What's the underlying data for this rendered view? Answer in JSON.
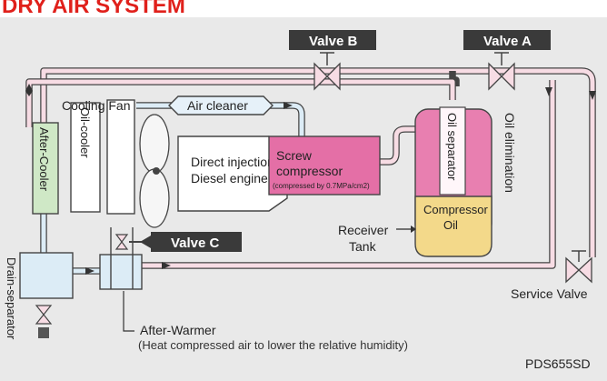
{
  "title": "DRY AIR SYSTEM",
  "labels": {
    "valve_a": "Valve A",
    "valve_b": "Valve B",
    "valve_c": "Valve C",
    "cooling_fan": "Cooling Fan",
    "air_cleaner": "Air cleaner",
    "engine_line1": "Direct injection",
    "engine_line2": "Diesel engine",
    "compressor_line1": "Screw",
    "compressor_line2": "compressor",
    "compressor_note": "(compressed by 0.7MPa/cm2)",
    "after_cooler": "After-Cooler",
    "oil_cooler": "Oil-cooler",
    "oil_separator": "Oil separator",
    "oil_elimination": "Oil elimination",
    "receiver_line1": "Receiver",
    "receiver_line2": "Tank",
    "compressor_oil_line1": "Compressor",
    "compressor_oil_line2": "Oil",
    "drain_separator": "Drain-separator",
    "after_warmer": "After-Warmer",
    "after_warmer_note": "(Heat compressed air to lower the relative humidity)",
    "service_valve": "Service Valve",
    "code": "PDS655SD"
  },
  "colors": {
    "title": "#e0201b",
    "panel": "#e9e9e9",
    "valve_tag": "#3a3a3a",
    "compressor": "#e46fa6",
    "receiver_tank": "#e87fb0",
    "compressor_oil": "#f3d98a",
    "after_cooler": "#cfe8c6",
    "pipe_pink": "#f7dce4",
    "pipe_blue": "#dcecf6",
    "pipe_outline": "#444444"
  },
  "icons": [
    "valve-icon",
    "filter-icon",
    "arrow-icon",
    "fan-icon"
  ]
}
